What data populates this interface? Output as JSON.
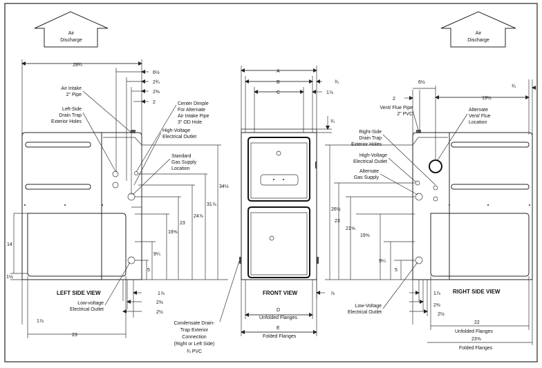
{
  "arrows": {
    "left": "Air\nDischarge",
    "right": "Air\nDischarge"
  },
  "left_view": {
    "title": "LEFT SIDE VIEW",
    "labels": {
      "air_intake": "Air Intake\n2\" Pipe",
      "drain_trap": "Left-Side\nDrain Trap\nExterior Holes",
      "center_dimple": "Center Dimple\nFor Alternate\nAir Intake Pipe\n3\" OD Hole",
      "high_voltage": "High-Voltage\nElectrical Outlet",
      "gas_supply": "Standard\nGas Supply\nLocation",
      "low_voltage": "Low-voltage\nElectrical Outlet"
    },
    "dims": {
      "width_top": "28¾",
      "d_6_5": "6½",
      "d_2_75": "2¾",
      "d_2_375": "2⅜",
      "d_2": "2",
      "h_34_5": "34½",
      "h_31_875": "31⅞",
      "h_24_875": "24⅞",
      "h_23": "23",
      "h_19_625": "19⅝",
      "h_9_25": "9¼",
      "h_5": "5",
      "h_14": "14",
      "h_1_5": "1½",
      "b_1_875": "1⅞",
      "b_2_375": "2⅜",
      "b_2_5": "2½",
      "b_1_875_left": "1⅞",
      "b_23": "23"
    }
  },
  "front_view": {
    "title": "FRONT VIEW",
    "dims": {
      "A": "A",
      "B": "B",
      "C": "C",
      "d_0_75": "¾",
      "d_1_875": "1⅞",
      "d_0_75_side": "¾",
      "d_0_875": "⅞",
      "D": "D",
      "D_label": "Unfolded Flanges",
      "E": "E",
      "E_label": "Folded Flanges"
    },
    "condensate": "Condensate Drain-\nTrap Exterior\nConnection\n(Right or Left Side)\n¾ PVC"
  },
  "right_view": {
    "title": "RIGHT SIDE VIEW",
    "labels": {
      "vent": "Vent/ Flue Pipe\n2\" PVC",
      "alternate_vent": "Alternate\nVent/ Flue\nLocation",
      "drain_trap": "Right-Side\nDrain Trap\nExterior Holes",
      "high_voltage": "High-Voltage\nElectrical Outlet",
      "alt_gas": "Alternate\nGas Supply",
      "low_voltage": "Low-Voltage\nElectrical Outlet"
    },
    "dims": {
      "d_2": "2",
      "d_6_5": "6½",
      "d_0_75": "¾",
      "d_19_5": "19½",
      "h_26_5": "26½",
      "h_23": "23",
      "h_21_625": "21⅝",
      "h_19_625": "19⅝",
      "h_9_25": "9¼",
      "h_5": "5",
      "b_1_875": "1⅞",
      "b_2_375": "2⅜",
      "b_2_5": "2½",
      "b_22": "22",
      "b_22_label": "Unfolded Flanges",
      "b_23_625": "23⅝",
      "b_23_625_label": "Folded Flanges"
    }
  }
}
